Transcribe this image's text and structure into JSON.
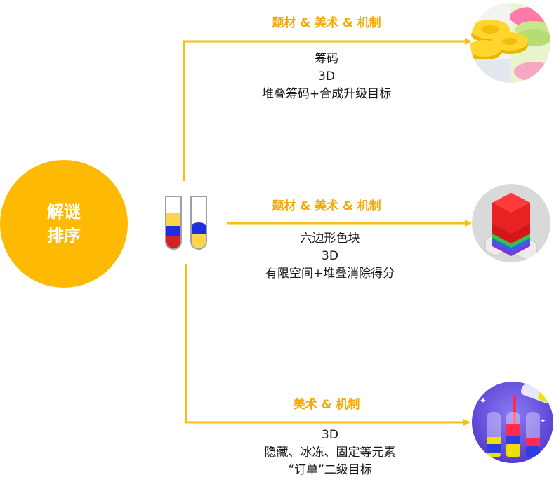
{
  "center": {
    "line1": "解谜",
    "line2": "排序"
  },
  "branches": [
    {
      "title": "题材 & 美术 & 机制",
      "lines": [
        "筹码",
        "3D",
        "堆叠筹码+合成升级目标"
      ],
      "icon": "coin-stack-game-icon"
    },
    {
      "title": "题材 & 美术 & 机制",
      "lines": [
        "六边形色块",
        "3D",
        "有限空间+堆叠消除得分"
      ],
      "icon": "hexagon-stack-game-icon"
    },
    {
      "title": "美术 & 机制",
      "lines": [
        "3D",
        "隐藏、冰冻、固定等元素",
        "“订单”二级目标"
      ],
      "icon": "water-sort-game-icon"
    }
  ],
  "colors": {
    "accent": "#FEB902",
    "arrow": "#F7BE12",
    "title": "#F5A800"
  }
}
